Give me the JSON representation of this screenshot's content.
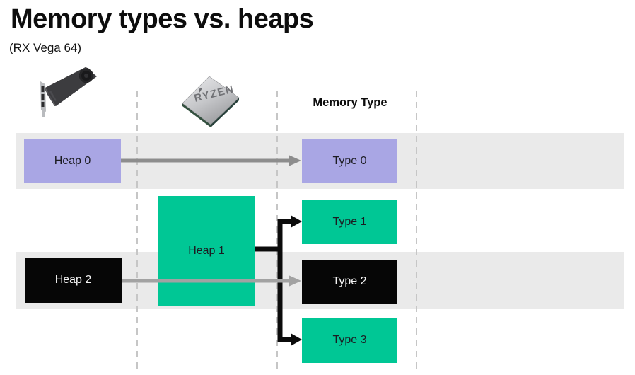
{
  "slide": {
    "title": "Memory types vs. heaps",
    "subtitle": "(RX Vega 64)",
    "column_header": "Memory Type",
    "cpu_brand": "RYZEN"
  },
  "heaps": [
    {
      "label": "Heap 0",
      "color": "#a9a6e4"
    },
    {
      "label": "Heap 1",
      "color": "#00c795"
    },
    {
      "label": "Heap 2",
      "color": "#060606"
    }
  ],
  "memory_types": [
    {
      "label": "Type 0",
      "color": "#a9a6e4"
    },
    {
      "label": "Type 1",
      "color": "#00c795"
    },
    {
      "label": "Type 2",
      "color": "#060606"
    },
    {
      "label": "Type 3",
      "color": "#00c795"
    }
  ],
  "mappings": [
    {
      "from": "Heap 0",
      "to": [
        "Type 0"
      ],
      "arrow_color": "#8d8d8d"
    },
    {
      "from": "Heap 1",
      "to": [
        "Type 1",
        "Type 3"
      ],
      "arrow_color": "#0b0b0b"
    },
    {
      "from": "Heap 2",
      "to": [
        "Type 2"
      ],
      "arrow_color": "#a2a2a2"
    }
  ],
  "colors": {
    "background": "#ffffff",
    "row_band": "#eaeaea",
    "dashed_divider": "#c6c6c6"
  },
  "icons": [
    {
      "name": "gpu-card-icon",
      "represents": "RX Vega 64 graphics card"
    },
    {
      "name": "cpu-chip-icon",
      "represents": "AMD Ryzen CPU"
    }
  ]
}
